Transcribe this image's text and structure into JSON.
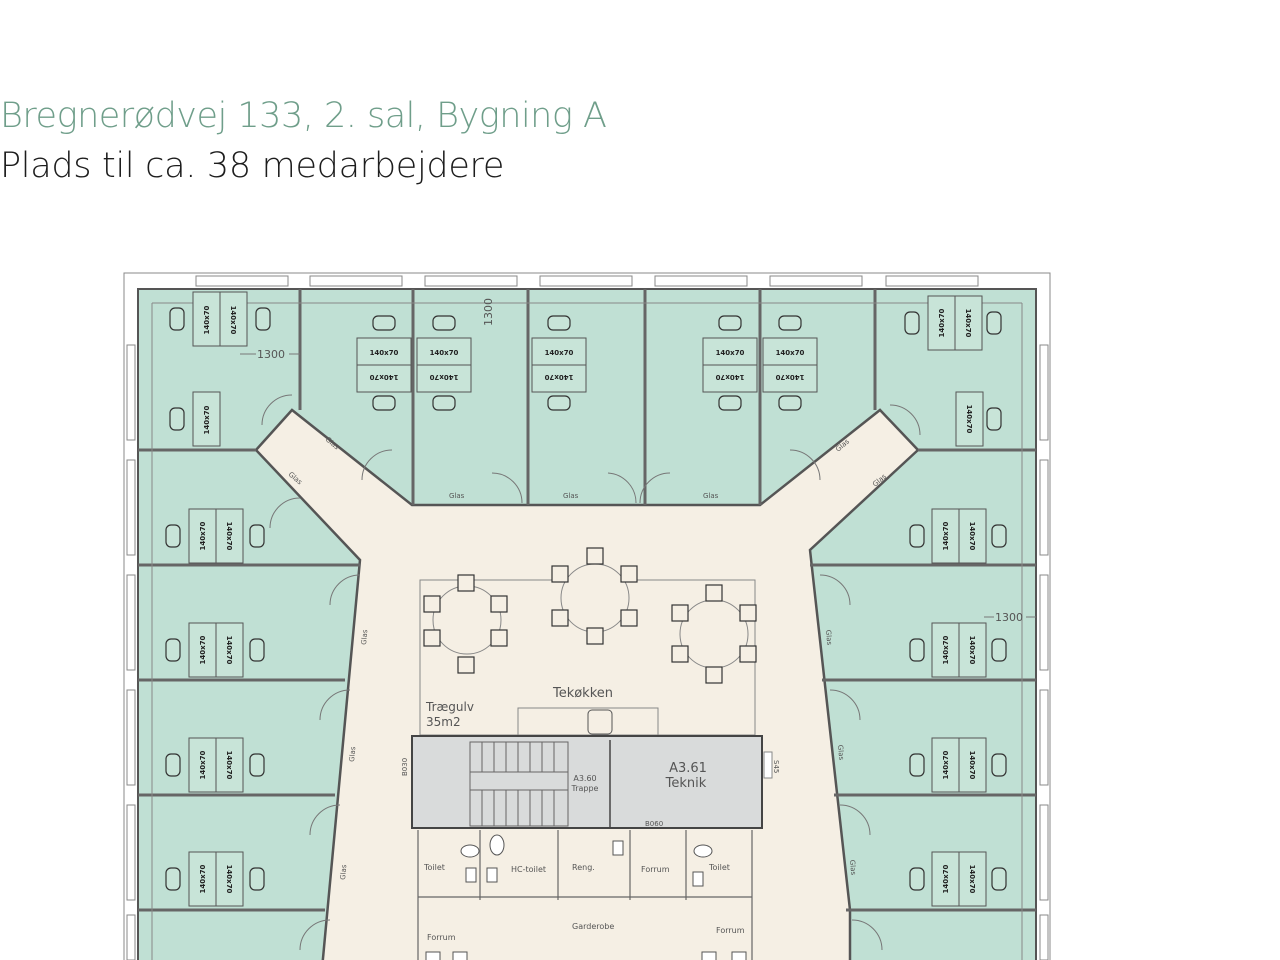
{
  "header": {
    "title": "Bregnerødvej 133, 2. sal, Bygning A",
    "subtitle": "Plads til ca. 38 medarbejdere"
  },
  "colors": {
    "title": "#6f9e8a",
    "subtitle": "#1d1d1d",
    "office_fill": "#c0e0d4",
    "corridor_fill": "#f5efe4",
    "stair_fill": "#d9dbdb",
    "wall": "#555555"
  },
  "plan": {
    "desk_label": "140x70",
    "desk_label_flipped": "140x70",
    "dimension_label": "1300",
    "glass_label": "Glas",
    "kitchen_label": "Tekøkken",
    "floor_label": "Trægulv",
    "floor_area": "35m2",
    "stair_room_code": "A3.60",
    "stair_room_name": "Trappe",
    "tech_room_code": "A3.61",
    "tech_room_name": "Teknik",
    "door_b030": "B030",
    "door_b060": "B060",
    "shaft_label": "S45",
    "toilet_label": "Toilet",
    "hc_toilet_label": "HC-toilet",
    "cleaning_label": "Reng.",
    "anteroom_label": "Forrum",
    "wardrobe_label": "Garderobe"
  }
}
